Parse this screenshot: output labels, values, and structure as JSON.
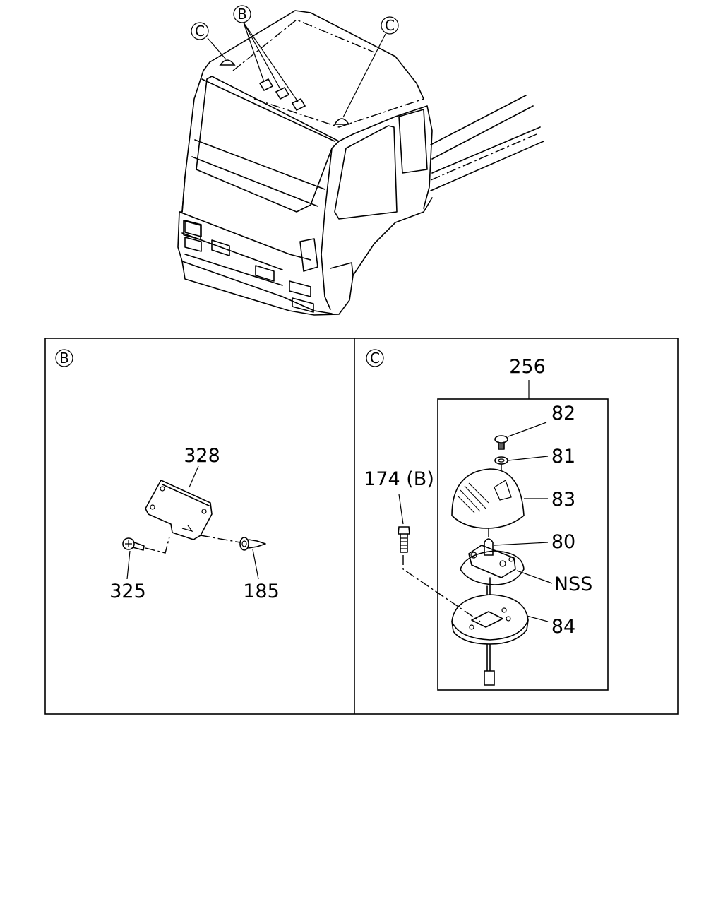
{
  "callouts": {
    "truck_b": "B",
    "truck_c_left": "C",
    "truck_c_right": "C",
    "panel_b": "B",
    "panel_c": "C"
  },
  "parts_b": {
    "p328": "328",
    "p325": "325",
    "p185": "185"
  },
  "parts_c": {
    "p256": "256",
    "p82": "82",
    "p81": "81",
    "p83": "83",
    "p80": "80",
    "nss": "NSS",
    "p84": "84",
    "p174": "174 (B)"
  }
}
